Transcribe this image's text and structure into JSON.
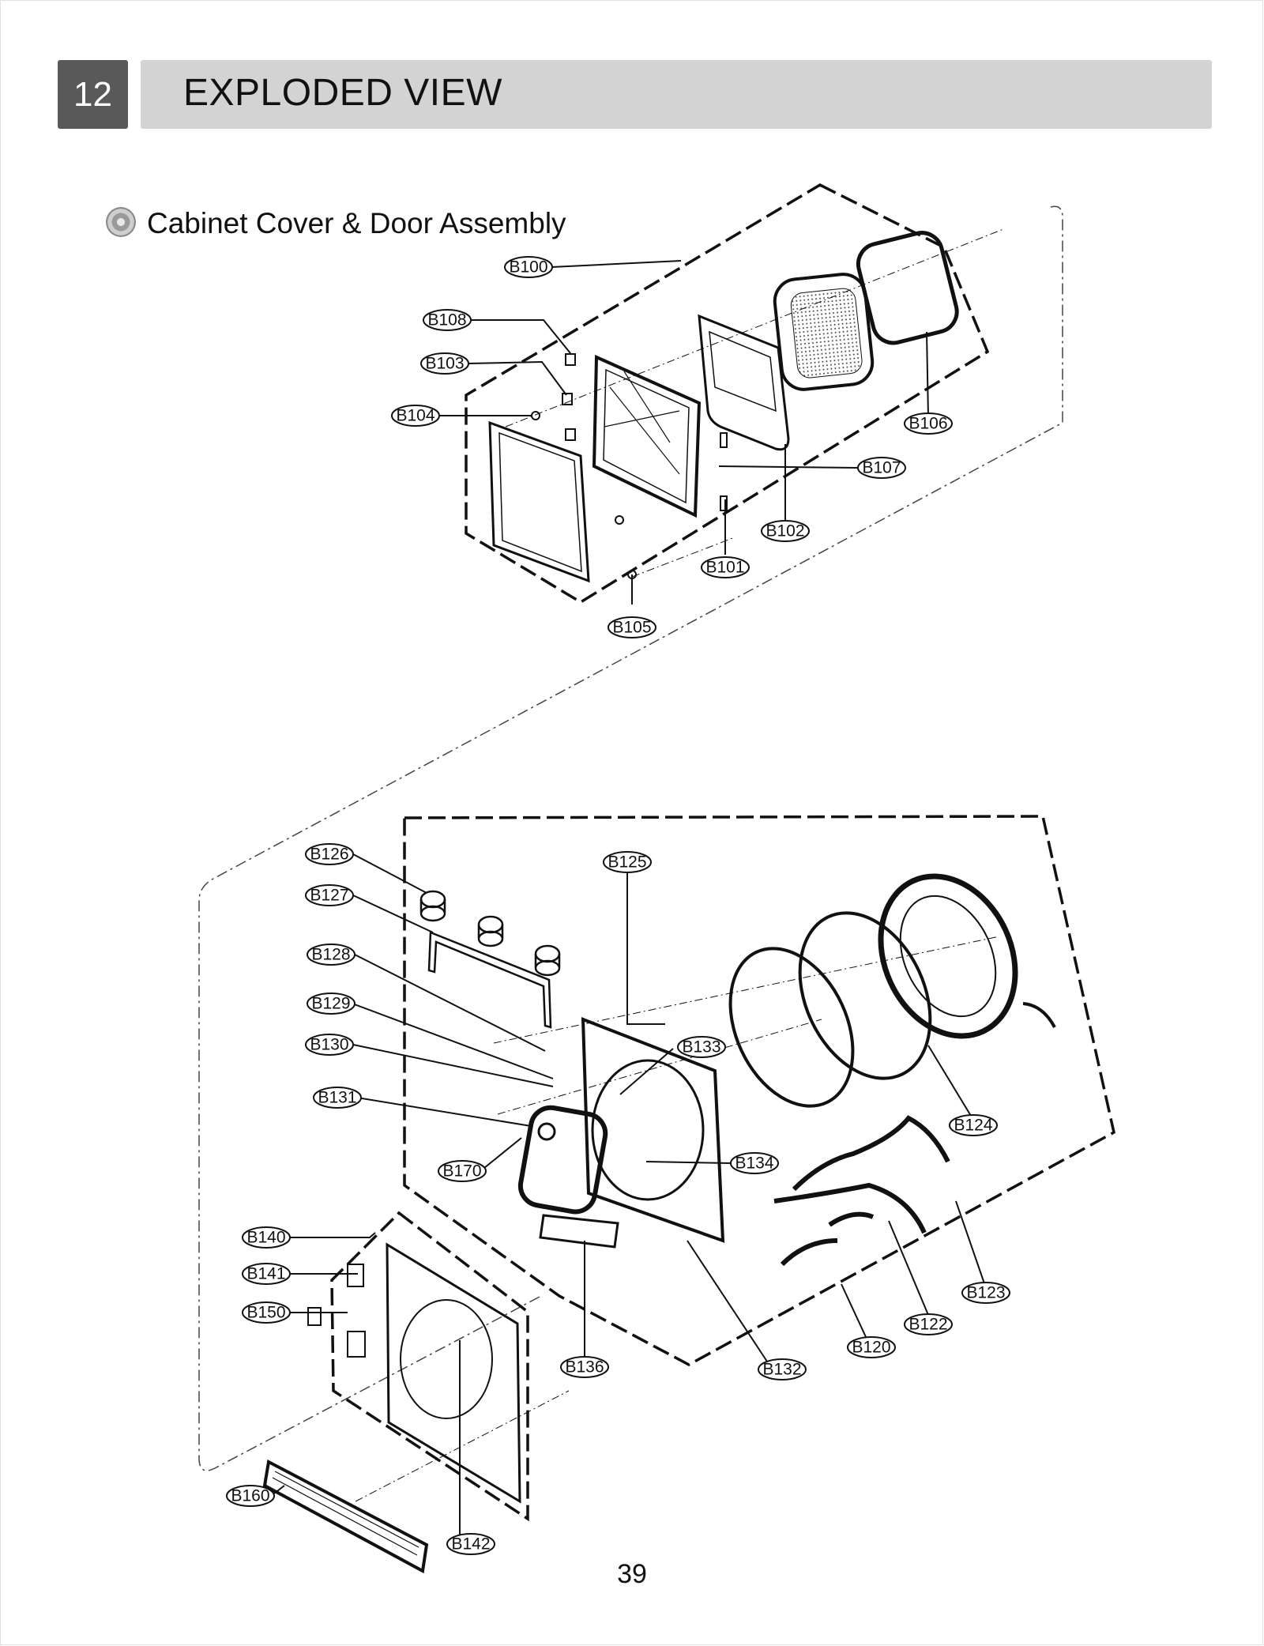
{
  "section": {
    "number": "12",
    "title": "EXPLODED VIEW"
  },
  "subtitle": "Cabinet Cover & Door Assembly",
  "page_number": "39",
  "callouts": {
    "B100": "B100",
    "B108": "B108",
    "B103": "B103",
    "B104": "B104",
    "B106": "B106",
    "B107": "B107",
    "B102": "B102",
    "B101": "B101",
    "B105": "B105",
    "B126": "B126",
    "B125": "B125",
    "B127": "B127",
    "B128": "B128",
    "B129": "B129",
    "B130": "B130",
    "B133": "B133",
    "B131": "B131",
    "B124": "B124",
    "B134": "B134",
    "B170": "B170",
    "B140": "B140",
    "B123": "B123",
    "B141": "B141",
    "B150": "B150",
    "B122": "B122",
    "B120": "B120",
    "B136": "B136",
    "B132": "B132",
    "B160": "B160",
    "B142": "B142"
  }
}
